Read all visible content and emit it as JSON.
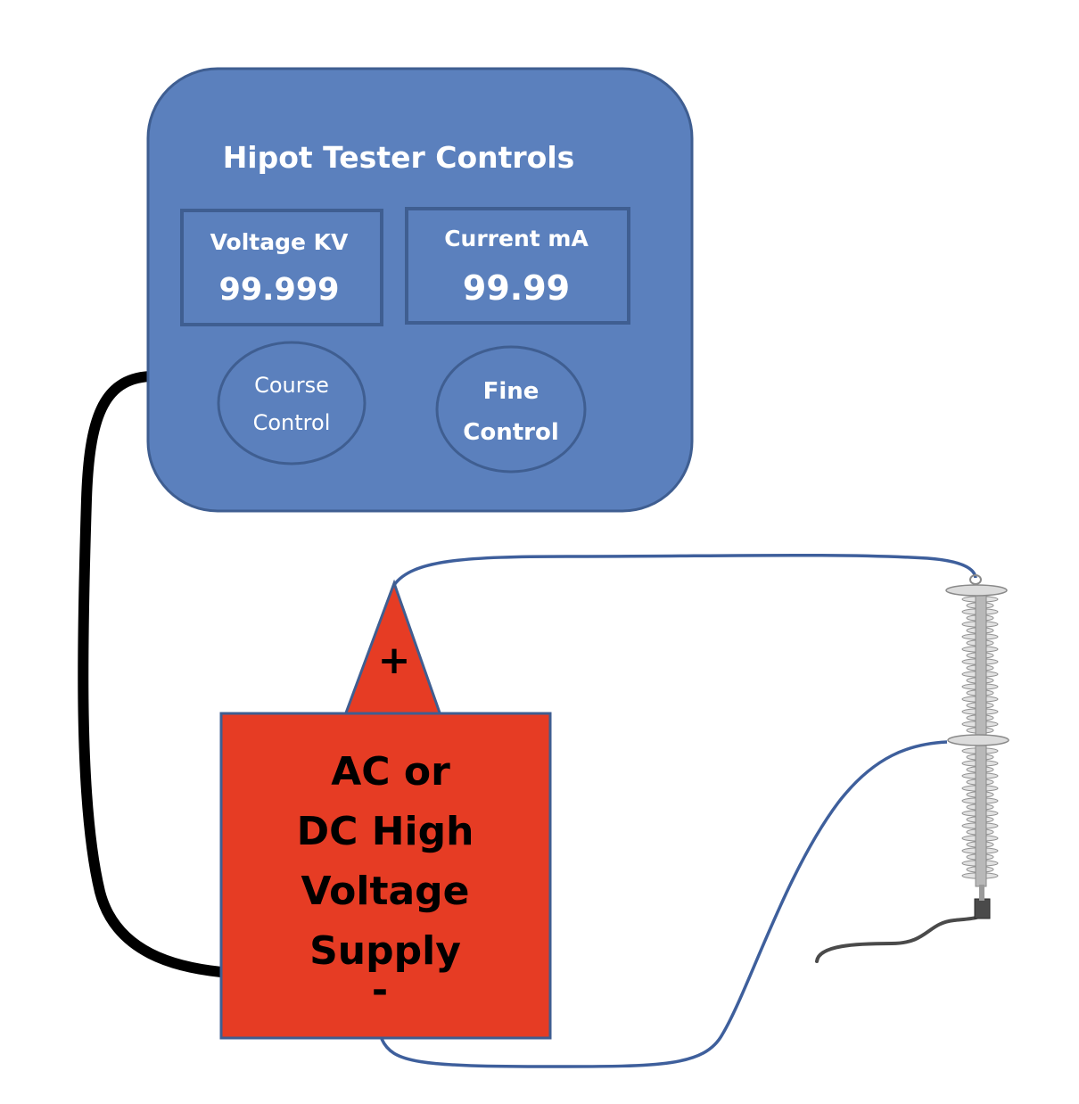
{
  "controller": {
    "title": "Hipot Tester Controls",
    "voltage_label": "Voltage KV",
    "voltage_value": "99.999",
    "current_label": "Current mA",
    "current_value": "99.99",
    "course_control_line1": "Course",
    "course_control_line2": "Control",
    "fine_control_line1": "Fine",
    "fine_control_line2": "Control"
  },
  "supply": {
    "plus_symbol": "+",
    "label_line1": "AC or",
    "label_line2": "DC High",
    "label_line3": "Voltage",
    "label_line4": "Supply",
    "minus_symbol": "-"
  },
  "colors": {
    "controller_fill": "#5b80bd",
    "controller_stroke": "#3f5e91",
    "supply_fill": "#e63c24",
    "wire_blue": "#3e5f9c",
    "cable_black": "#000000",
    "insulator_gray": "#c9c9c9"
  }
}
